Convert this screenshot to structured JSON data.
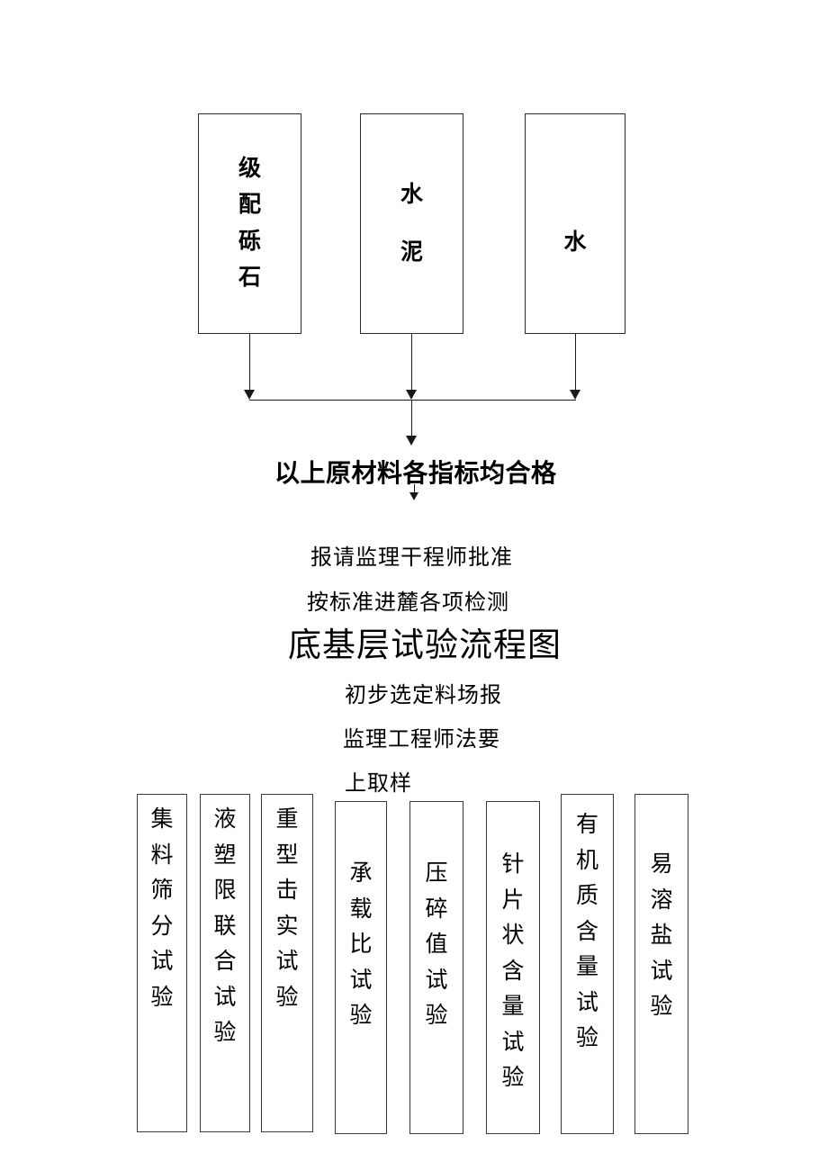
{
  "diagram": {
    "title": "底基层试验流程图",
    "materials": [
      {
        "name": "级配砾石",
        "chars": [
          "级",
          "配",
          "砾",
          "石"
        ]
      },
      {
        "name": "水泥",
        "chars": [
          "水",
          "泥"
        ]
      },
      {
        "name": "水",
        "chars": [
          "水"
        ]
      }
    ],
    "merge_note": "以上原材料各指标均合格",
    "flow_lines": [
      "报请监理干程师批准",
      "按标准进麓各项检测",
      "初步选定料场报",
      "监理工程师法要",
      "上取样"
    ],
    "tests": [
      {
        "name": "集料筛分试验",
        "chars": [
          "集",
          "料",
          "筛",
          "分",
          "试",
          "验"
        ]
      },
      {
        "name": "液塑限联合试验",
        "chars": [
          "液",
          "塑",
          "限",
          "联",
          "合",
          "试",
          "验"
        ]
      },
      {
        "name": "重型击实试验",
        "chars": [
          "重",
          "型",
          "击",
          "实",
          "试",
          "验"
        ]
      },
      {
        "name": "承载比试验",
        "chars": [
          "承",
          "载",
          "比",
          "试",
          "验"
        ]
      },
      {
        "name": "压碎值试验",
        "chars": [
          "压",
          "碎",
          "值",
          "试",
          "验"
        ]
      },
      {
        "name": "针片状含量试验",
        "chars": [
          "针",
          "片",
          "状",
          "含",
          "量",
          "试",
          "验"
        ]
      },
      {
        "name": "有机质含量试验",
        "chars": [
          "有",
          "机",
          "质",
          "含",
          "量",
          "试",
          "验"
        ]
      },
      {
        "name": "易溶盐试验",
        "chars": [
          "易",
          "溶",
          "盐",
          "试",
          "验"
        ]
      }
    ],
    "colors": {
      "line": "#1a1a1a",
      "box_border": "#2a2a2a",
      "text": "#000000",
      "background": "#ffffff"
    }
  }
}
